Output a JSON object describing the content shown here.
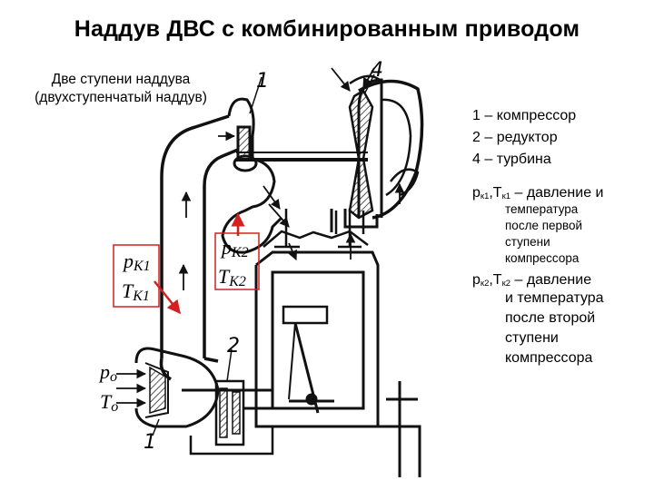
{
  "title": "Наддув ДВС с комбинированным приводом",
  "subtitle_line1": "Две ступени наддува",
  "subtitle_line2": "(двухступенчатый наддув)",
  "legend": {
    "item1": "1 – компрессор",
    "item2": "2 – редуктор",
    "item4": "4 – турбина"
  },
  "desc1": {
    "p": "р",
    "p_sub": "к1",
    "t": ",Т",
    "t_sub": "к1",
    "dash": " – давление  и",
    "line1": "температура",
    "line2": "после первой",
    "line3": "ступени",
    "line4": "компрессора"
  },
  "desc2": {
    "p": "р",
    "p_sub": "к2",
    "t": ",Т",
    "t_sub": "к2",
    "dash": " – давление",
    "line1": "и температура",
    "line2": "после второй",
    "line3": "ступени",
    "line4": "компрессора"
  },
  "labels": {
    "pk1_p": "p",
    "pk1_sub": "К1",
    "tk1_t": "T",
    "tk1_sub": "К1",
    "pk2_p": "p",
    "pk2_sub": "К2",
    "tk2_t": "T",
    "tk2_sub": "К2",
    "po_p": "p",
    "po_sub": "o",
    "to_t": "T",
    "to_sub": "o",
    "num1_top": "1",
    "num4": "4",
    "num2": "2",
    "num1_bottom": "1"
  },
  "colors": {
    "highlight": "#d42020",
    "line": "#111111"
  }
}
